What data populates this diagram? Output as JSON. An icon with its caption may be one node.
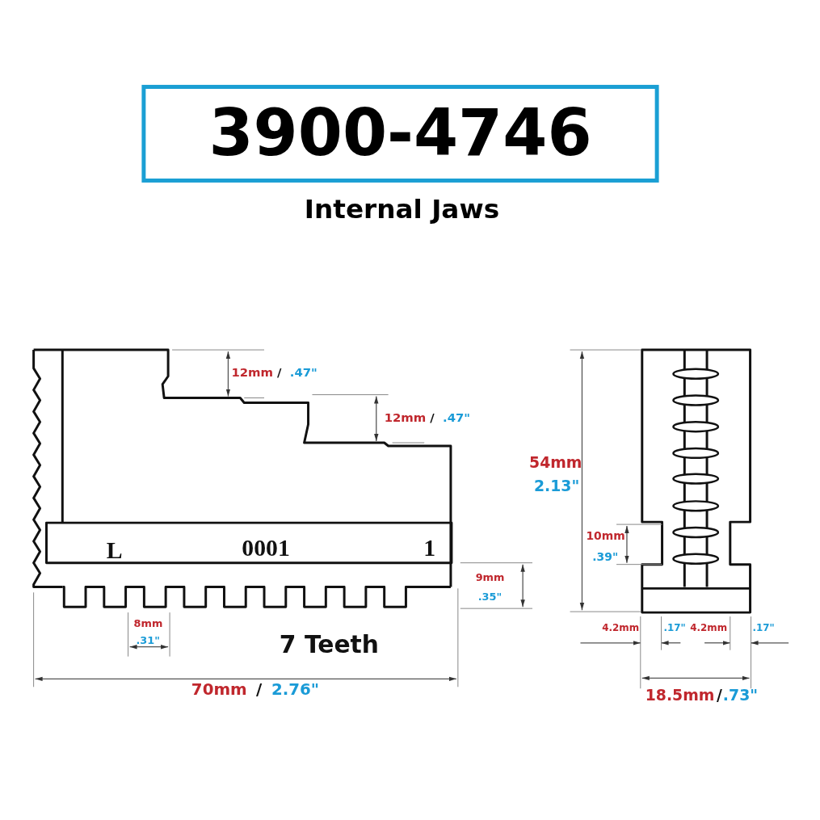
{
  "diagram": {
    "title": "3900-4746",
    "caption": "Internal Jaws",
    "labels": [
      "12mm",
      "/",
      ".47\"",
      "12mm",
      "/",
      ".47\"",
      "54mm",
      "2.13\"",
      "L",
      "0001",
      "1",
      "10mm",
      ".39\"",
      "9mm",
      ".35\"",
      "4.2mm",
      ".17\"",
      "4.2mm",
      ".17\"",
      "8mm",
      ".31\"",
      "7 Teeth",
      "70mm",
      "/",
      "2.76\"",
      "18.5mm",
      "/",
      ".73\""
    ]
  }
}
